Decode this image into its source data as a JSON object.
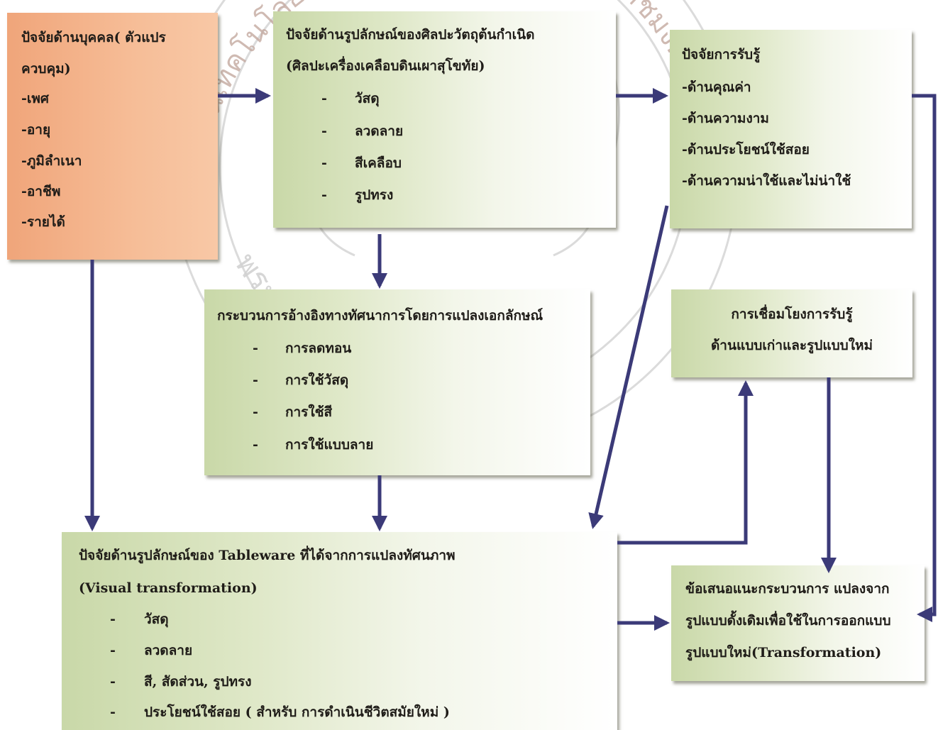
{
  "colors": {
    "arrow": "#3b3a78",
    "personal_box": "#f4b28c",
    "green_box_start": "#c9d8a8",
    "green_box_end": "#ffffff"
  },
  "boxes": {
    "personal": {
      "lines": [
        "ปัจจัยด้านบุคคล( ตัวแปร",
        "ควบคุม)",
        "-เพศ",
        "-อายุ",
        "-ภูมิลำเนา",
        "-อาชีพ",
        "-รายได้"
      ]
    },
    "art_form": {
      "lines": [
        "ปัจจัยด้านรูปลักษณ์ของศิลปะวัตถุต้นกำเนิด",
        "(ศิลปะเครื่องเคลือบดินเผาสุโขทัย)"
      ],
      "items": [
        "วัสดุ",
        "ลวดลาย",
        "สีเคลือบ",
        "รูปทรง"
      ]
    },
    "perception": {
      "lines": [
        "ปัจจัยการรับรู้",
        "-ด้านคุณค่า",
        "-ด้านความงาม",
        "-ด้านประโยชน์ใช้สอย",
        "-ด้านความน่าใช้และไม่น่าใช้"
      ]
    },
    "process": {
      "title": "กระบวนการอ้างอิงทางทัศนาการโดยการแปลงเอกลักษณ์",
      "items": [
        "การลดทอน",
        "การใช้วัสดุ",
        "การใช้สี",
        "การใช้แบบลาย"
      ]
    },
    "linking": {
      "lines": [
        "การเชื่อมโยงการรับรู้",
        "ด้านแบบเก่าและรูปแบบใหม่"
      ]
    },
    "tableware": {
      "lines": [
        "ปัจจัยด้านรูปลักษณ์ของ Tableware ที่ได้จากการแปลงทัศนภาพ",
        "(Visual transformation)"
      ],
      "items": [
        "วัสดุ",
        "ลวดลาย",
        "สี, สัดส่วน, รูปทรง",
        "ประโยชน์ใช้สอย ( สำหรับ การดำเนินชีวิตสมัยใหม่ )"
      ]
    },
    "proposal": {
      "lines": [
        "ข้อเสนอแนะกระบวนการ แปลงจาก",
        "รูปแบบดั้งเดิมเพื่อใช้ในการออกแบบ",
        "รูปแบบใหม่(Transformation)"
      ]
    }
  },
  "dash_symbol": "-",
  "watermark": {
    "arc_top": "สถาบันเทคโนโลยี",
    "arc_right": "ราชมงคล",
    "arc_bottom": "พระจอมเกล้าเจ้าคุณทหาร"
  }
}
